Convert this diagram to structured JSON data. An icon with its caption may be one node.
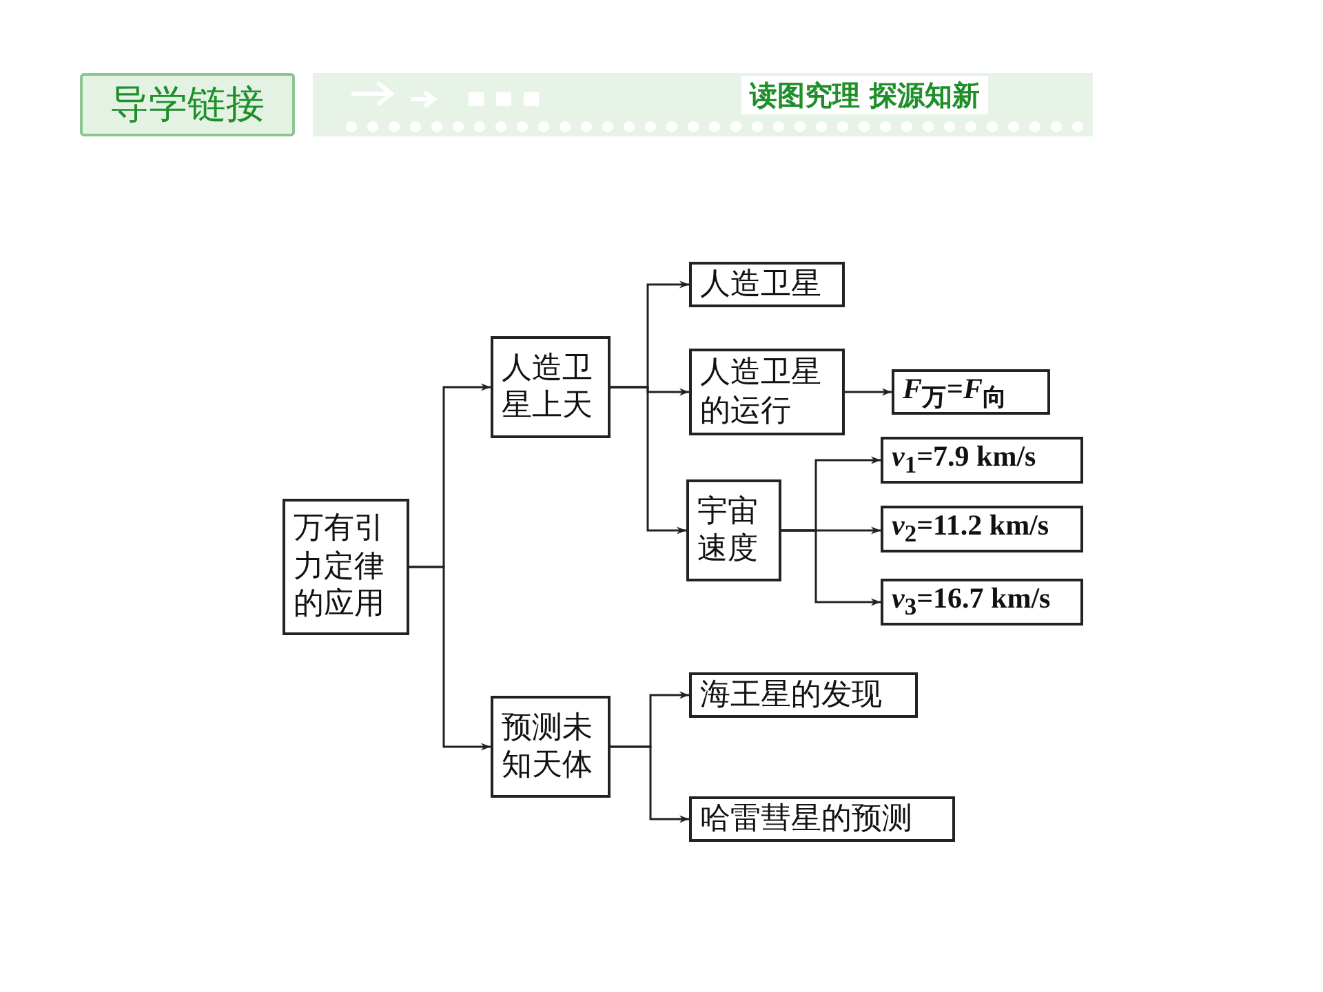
{
  "diagram": {
    "nodes": [
      {
        "text": [
          "万有引力定律的应用"
        ]
      },
      {
        "text": [
          "人造卫星上天"
        ]
      },
      {
        "text": [
          "预测未知天体"
        ]
      },
      {
        "text": [
          "人造卫星"
        ]
      },
      {
        "text": [
          "人造卫星的运行"
        ]
      },
      {
        "text": [
          "宇宙速度"
        ]
      },
      {
        "text": [
          "*F*$_{万}$=*F*$_{向}$"
        ]
      },
      {
        "text": [
          "*v*$_{1}$=7.9 km/s"
        ]
      },
      {
        "text": [
          "*v*$_{2}$=11.2 km/s"
        ]
      },
      {
        "text": [
          "*v*$_{3}$=16.7 km/s"
        ]
      },
      {
        "text": [
          "海王星的发现"
        ]
      },
      {
        "text": [
          "哈雷彗星的预测"
        ]
      }
    ],
    "edges": [
      {
        "from": 0,
        "to": 1,
        "arrow": "to"
      },
      {
        "from": 0,
        "to": 2,
        "arrow": "to"
      },
      {
        "from": 1,
        "to": 3,
        "arrow": "to"
      },
      {
        "from": 1,
        "to": 4,
        "arrow": "to"
      },
      {
        "from": 1,
        "to": 5,
        "arrow": "to"
      },
      {
        "from": 4,
        "to": 6,
        "arrow": "to"
      },
      {
        "from": 5,
        "to": 7,
        "arrow": "to"
      },
      {
        "from": 5,
        "to": 8,
        "arrow": "to"
      },
      {
        "from": 5,
        "to": 9,
        "arrow": "to"
      },
      {
        "from": 2,
        "to": 10,
        "arrow": "to"
      },
      {
        "from": 2,
        "to": 11,
        "arrow": "to"
      }
    ],
    "labels": [
      "导学链接",
      "读图究理 探源知新"
    ]
  }
}
